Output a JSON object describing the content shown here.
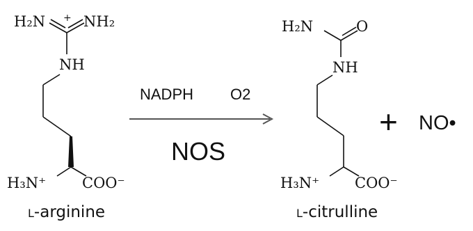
{
  "reaction": {
    "reactant": {
      "name": "L-arginine",
      "name_smallcap": "L",
      "name_rest": "-arginine",
      "labels": {
        "nh2_left": "H₂N",
        "charge": "+",
        "nh2_right": "NH₂",
        "nh": "NH",
        "amine": "H₃N⁺",
        "carboxylate": "COO⁻"
      }
    },
    "arrow": {
      "cofactor_1": "NADPH",
      "cofactor_2": "O2",
      "enzyme": "NOS"
    },
    "product": {
      "name": "L-citrulline",
      "name_smallcap": "L",
      "name_rest": "-citrulline",
      "labels": {
        "nh2": "H₂N",
        "oxygen": "O",
        "nh": "NH",
        "amine": "H₃N⁺",
        "carboxylate": "COO⁻"
      }
    },
    "plus": "+",
    "byproduct": "NO•"
  },
  "colors": {
    "ink": "#111111",
    "arrow": "#555555"
  }
}
